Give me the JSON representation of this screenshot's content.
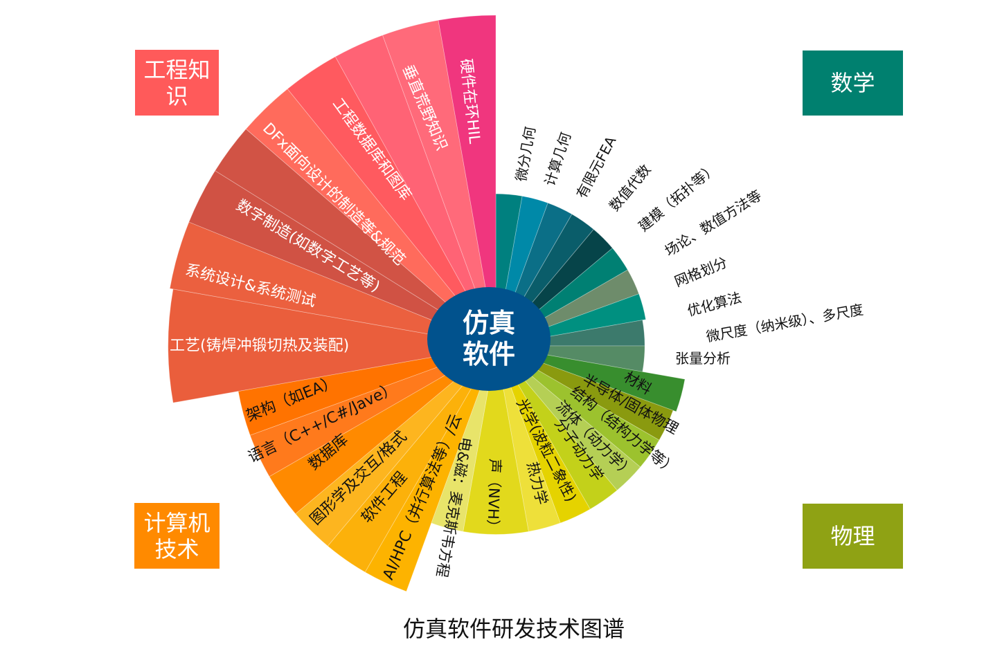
{
  "chart_data": {
    "type": "rose",
    "title": "仿真软件研发技术图谱",
    "center_label": [
      "仿真",
      "软件"
    ],
    "center_color": "#01528D",
    "categories": [
      {
        "name": "工程知识",
        "color": "#FF5A5A"
      },
      {
        "name": "数学",
        "color": "#00806F"
      },
      {
        "name": "计算机技术",
        "color": "#FF8A00"
      },
      {
        "name": "物理",
        "color": "#8FA214"
      }
    ],
    "segments": [
      {
        "group": "数学",
        "label": "微分几何",
        "start": 0,
        "end": 10,
        "value": 46,
        "color": "#00807F"
      },
      {
        "group": "数学",
        "label": "计算几何",
        "start": 10,
        "end": 20,
        "value": 46,
        "color": "#0089A8"
      },
      {
        "group": "数学",
        "label": "有限元FEA",
        "start": 20,
        "end": 30,
        "value": 46,
        "color": "#0B6F87"
      },
      {
        "group": "数学",
        "label": "数值代数",
        "start": 30,
        "end": 40,
        "value": 46,
        "color": "#0A5D6A"
      },
      {
        "group": "数学",
        "label": "建模（拓扑等）",
        "start": 40,
        "end": 50,
        "value": 46,
        "color": "#064449"
      },
      {
        "group": "数学",
        "label": "场论、数值方法等",
        "start": 50,
        "end": 60,
        "value": 46,
        "color": "#008073"
      },
      {
        "group": "数学",
        "label": "网格划分",
        "start": 60,
        "end": 70,
        "value": 46,
        "color": "#6E8C6B"
      },
      {
        "group": "数学",
        "label": "优化算法",
        "start": 70,
        "end": 80,
        "value": 46,
        "color": "#009080"
      },
      {
        "group": "数学",
        "label": "微尺度（纳米级）、多尺度",
        "start": 80,
        "end": 90,
        "value": 45,
        "color": "#3C7A6C"
      },
      {
        "group": "数学",
        "label": "张量分析",
        "start": 90,
        "end": 100,
        "value": 45,
        "color": "#558B65"
      },
      {
        "group": "物理",
        "label": "材料",
        "start": 100,
        "end": 110,
        "value": 58,
        "color": "#388E2E"
      },
      {
        "group": "物理",
        "label": "半导体/固体物理",
        "start": 110,
        "end": 120,
        "value": 57,
        "color": "#8A9A0F"
      },
      {
        "group": "物理",
        "label": "结构（结构力学等）",
        "start": 120,
        "end": 130,
        "value": 57,
        "color": "#9CC22E"
      },
      {
        "group": "物理",
        "label": "流体（动力学）",
        "start": 130,
        "end": 140,
        "value": 57,
        "color": "#B5CF55"
      },
      {
        "group": "物理",
        "label": "分子动力学",
        "start": 140,
        "end": 150,
        "value": 57,
        "color": "#C3D11A"
      },
      {
        "group": "物理",
        "label": "光学(波粒二象性)",
        "start": 150,
        "end": 160,
        "value": 57,
        "color": "#E5D300"
      },
      {
        "group": "物理",
        "label": "热力学",
        "start": 160,
        "end": 170,
        "value": 57,
        "color": "#EEE03A"
      },
      {
        "group": "物理",
        "label": "声（NVH）",
        "start": 170,
        "end": 190,
        "value": 57,
        "color": "#E2D91C"
      },
      {
        "group": "物理",
        "label": "电&磁：麦克斯韦方程",
        "start": 190,
        "end": 200,
        "value": 57,
        "color": "#E8E46A"
      },
      {
        "group": "计算机技术",
        "label": "AI/HPC（并行算法等）/云",
        "start": 200,
        "end": 210,
        "value": 79,
        "color": "#FDB300"
      },
      {
        "group": "计算机技术",
        "label": "软件工程",
        "start": 210,
        "end": 220,
        "value": 79,
        "color": "#FCB10A"
      },
      {
        "group": "计算机技术",
        "label": "图形学及交互/格式",
        "start": 220,
        "end": 230,
        "value": 79,
        "color": "#FDB51F"
      },
      {
        "group": "计算机技术",
        "label": "数据库",
        "start": 230,
        "end": 240,
        "value": 79,
        "color": "#FF8A00"
      },
      {
        "group": "计算机技术",
        "label": "语言（C++/C#/Jave）",
        "start": 240,
        "end": 250,
        "value": 79,
        "color": "#FF7A1C"
      },
      {
        "group": "计算机技术",
        "label": "架构（如EA）",
        "start": 250,
        "end": 260,
        "value": 79,
        "color": "#FF7300"
      },
      {
        "group": "工程知识",
        "label": "工艺(铸焊冲锻切热及装配)",
        "start": 260,
        "end": 280,
        "value": 99,
        "color": "#EA5E3C"
      },
      {
        "group": "工程知识",
        "label": "系统设计&系统测试",
        "start": 280,
        "end": 292,
        "value": 100,
        "color": "#EB603F"
      },
      {
        "group": "工程知识",
        "label": "数字制造(如数字工艺等)",
        "start": 292,
        "end": 302,
        "value": 100,
        "color": "#D05244"
      },
      {
        "group": "工程知识",
        "label": null,
        "start": 302,
        "end": 311,
        "value": 100,
        "color": "#D15345"
      },
      {
        "group": "工程知识",
        "label": "DFx面向设计的制造等&规范",
        "start": 311,
        "end": 321,
        "value": 100,
        "color": "#FF6B5C"
      },
      {
        "group": "工程知识",
        "label": "工程数据库和图库",
        "start": 321,
        "end": 331,
        "value": 100,
        "color": "#FF5A5F"
      },
      {
        "group": "工程知识",
        "label": null,
        "start": 331,
        "end": 340,
        "value": 100,
        "color": "#FF6375"
      },
      {
        "group": "工程知识",
        "label": "垂直荒野知识",
        "start": 340,
        "end": 350,
        "value": 100,
        "color": "#FF6A7A"
      },
      {
        "group": "工程知识",
        "label": "硬件在环HIL",
        "start": 350,
        "end": 360,
        "value": 100,
        "color": "#F0367E"
      }
    ]
  }
}
